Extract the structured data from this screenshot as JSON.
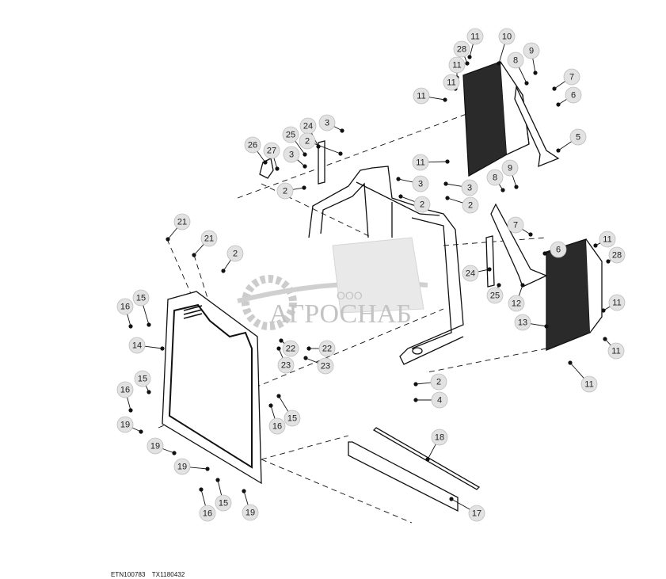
{
  "diagram": {
    "callouts": [
      "11",
      "10",
      "28",
      "9",
      "8",
      "11",
      "7",
      "11",
      "11",
      "6",
      "5",
      "11",
      "8",
      "9",
      "3",
      "24",
      "25",
      "2",
      "26",
      "27",
      "3",
      "2",
      "3",
      "3",
      "2",
      "2",
      "7",
      "6",
      "24",
      "25",
      "12",
      "11",
      "28",
      "13",
      "11",
      "11",
      "11",
      "21",
      "21",
      "2",
      "16",
      "15",
      "14",
      "22",
      "22",
      "23",
      "23",
      "15",
      "16",
      "19",
      "16",
      "15",
      "19",
      "19",
      "15",
      "16",
      "19",
      "2",
      "4",
      "18",
      "17"
    ],
    "footer_codes": [
      "ETN100783",
      "TX1180432"
    ]
  },
  "watermark": {
    "prefix": "ООО",
    "name": "АГРОСНАБ"
  },
  "colors": {
    "callout_fill": "#e2e2e2",
    "line": "#111111",
    "watermark": "#b9b9b9"
  }
}
